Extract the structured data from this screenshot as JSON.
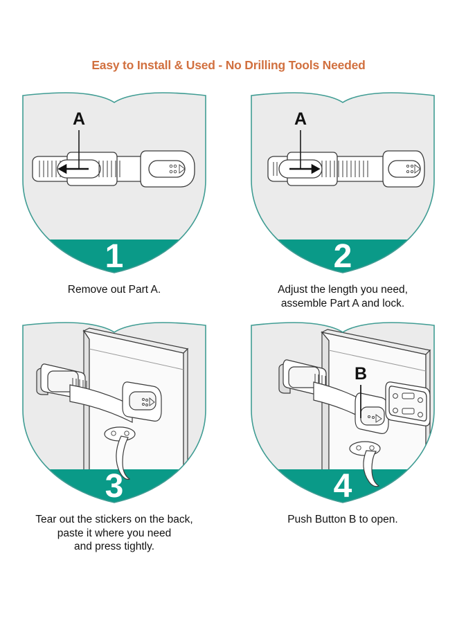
{
  "title": "Easy to Install & Used - No Drilling Tools Needed",
  "colors": {
    "title_orange": "#d1703f",
    "shield_teal": "#0a9a88",
    "shield_outline": "#3f9c93",
    "shield_fill": "#ebebeb",
    "line_dark": "#3a3a3a",
    "number_white": "#ffffff"
  },
  "steps": [
    {
      "number": "1",
      "part_label": "A",
      "arrow_direction": "left",
      "caption_lines": [
        "Remove out Part A."
      ],
      "scene": "strap-lock-flat"
    },
    {
      "number": "2",
      "part_label": "A",
      "arrow_direction": "right",
      "caption_lines": [
        "Adjust the length you need,",
        "assemble Part A and lock."
      ],
      "scene": "strap-lock-flat"
    },
    {
      "number": "3",
      "part_label": "",
      "arrow_direction": "none",
      "caption_lines": [
        "Tear out the stickers on the back,",
        "paste it where you need",
        "and press tightly."
      ],
      "scene": "cabinet-corner-peel"
    },
    {
      "number": "4",
      "part_label": "B",
      "arrow_direction": "none",
      "caption_lines": [
        "Push Button B to open."
      ],
      "scene": "cabinet-corner-button"
    }
  ]
}
